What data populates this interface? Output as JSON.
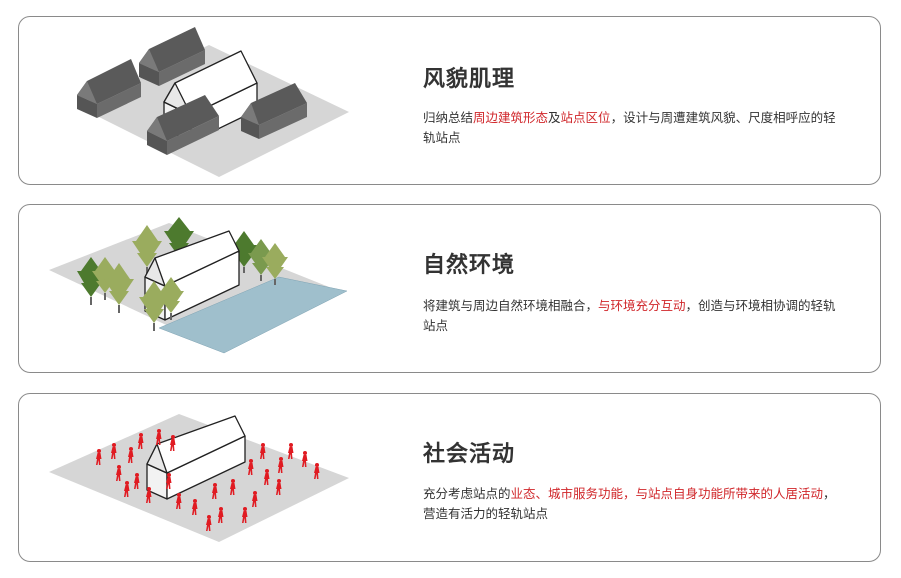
{
  "panels": [
    {
      "title": "风貌肌理",
      "desc": [
        {
          "text": "归纳总结",
          "hl": false
        },
        {
          "text": "周边建筑形态",
          "hl": true
        },
        {
          "text": "及",
          "hl": false
        },
        {
          "text": "站点区位",
          "hl": true
        },
        {
          "text": "，设计与周遭建筑风貌、尺度相呼应的轻轨站点",
          "hl": false
        }
      ]
    },
    {
      "title": "自然环境",
      "desc": [
        {
          "text": "将建筑与周边自然环境相融合，",
          "hl": false
        },
        {
          "text": "与环境充分互动",
          "hl": true
        },
        {
          "text": "，创造与环境相协调的轻轨站点",
          "hl": false
        }
      ]
    },
    {
      "title": "社会活动",
      "desc": [
        {
          "text": "充分考虑站点的",
          "hl": false
        },
        {
          "text": "业态、城市服务功能，与站点自身功能所带来的人居活动",
          "hl": true
        },
        {
          "text": "，营造有活力的轻轨站点",
          "hl": false
        }
      ]
    }
  ],
  "colors": {
    "highlight": "#d0262a",
    "ground": "#d6d6d6",
    "dark_building": "#6b6b6b",
    "water": "#9fbfcc",
    "person": "#e01b22"
  },
  "icons": [
    "buildings-illustration",
    "nature-illustration",
    "people-illustration"
  ]
}
